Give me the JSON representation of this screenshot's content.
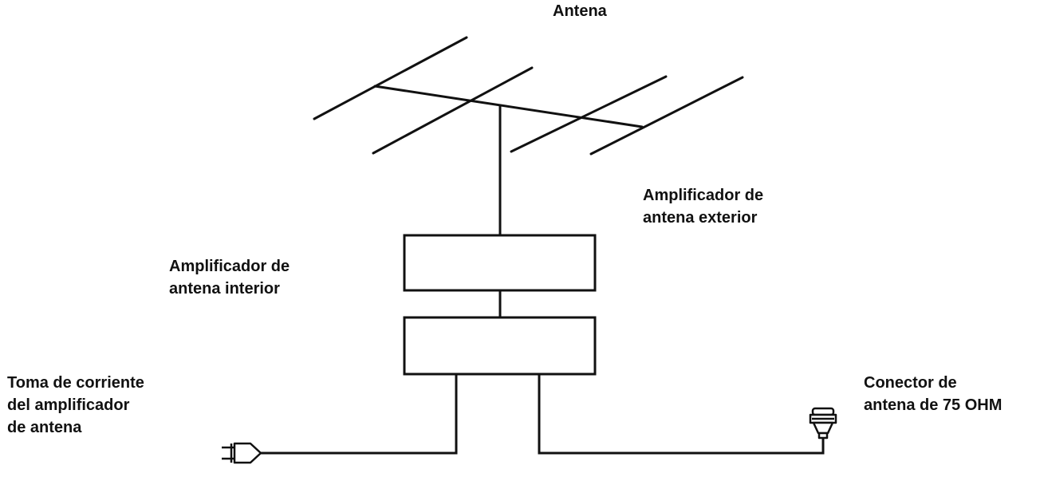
{
  "labels": {
    "antenna": "Antena",
    "outdoor_amp": [
      "Amplificador de",
      "antena exterior"
    ],
    "indoor_amp": [
      "Amplificador de",
      "antena interior"
    ],
    "power_outlet": [
      "Toma de corriente",
      "del amplificador",
      "de antena"
    ],
    "connector": [
      "Conector de",
      "antena de 75 OHM"
    ]
  },
  "colors": {
    "line": "#111111",
    "text": "#111111",
    "background": "#ffffff"
  },
  "icons": [
    "power-plug-icon",
    "coax-connector-icon"
  ]
}
